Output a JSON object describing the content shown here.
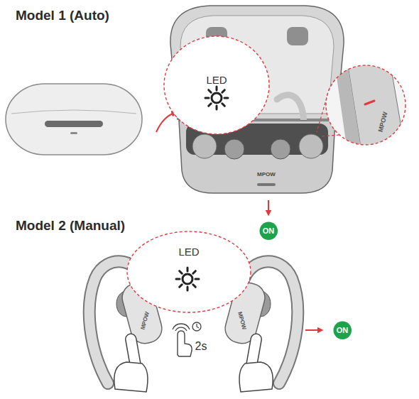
{
  "diagram": {
    "nodes": [
      {
        "text": [
          "LED"
        ]
      },
      {
        "text": [
          "ON"
        ]
      },
      {
        "text": [
          "LED"
        ]
      },
      {
        "text": [
          "ON"
        ]
      }
    ],
    "labels": [
      "Model 1 (Auto)",
      "MPOW",
      "MPOW",
      "Model 2 (Manual)",
      "2s",
      "MPOW",
      "MPOW"
    ]
  }
}
